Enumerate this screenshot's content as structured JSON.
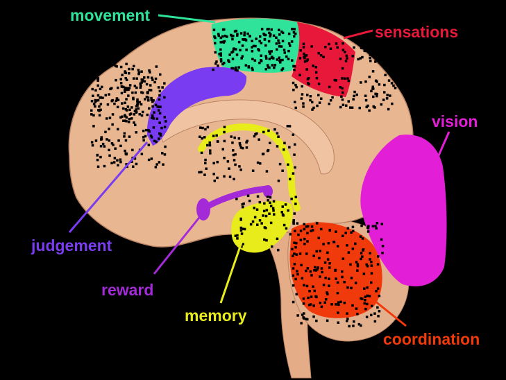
{
  "labels": {
    "movement": "movement",
    "sensations": "sensations",
    "vision": "vision",
    "judgement": "judgement",
    "reward": "reward",
    "memory": "memory",
    "coordination": "coordination"
  },
  "colors": {
    "background": "#000000",
    "brain": "#e9b692",
    "brain_shadow": "#c99472",
    "movement": "#2fe49a",
    "sensations": "#e8183a",
    "vision": "#e21fd6",
    "judgement": "#7a3cf0",
    "reward": "#a42ad8",
    "memory": "#e8ec1a",
    "coordination": "#f03a0c",
    "dots": "#000000"
  }
}
